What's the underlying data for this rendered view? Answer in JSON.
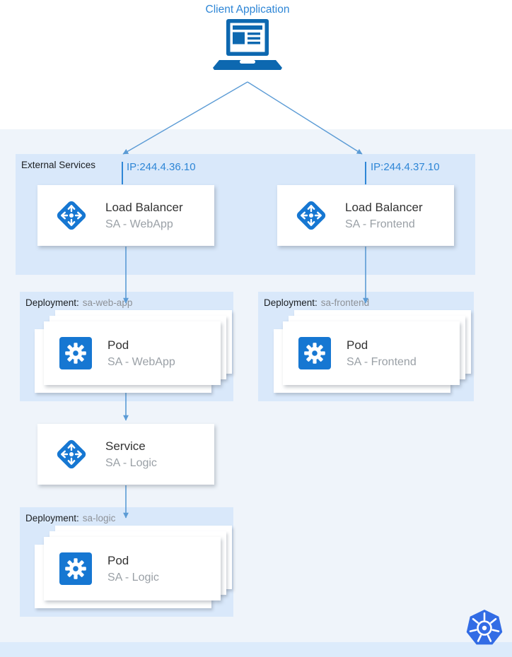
{
  "colors": {
    "link": "#2e86d6",
    "primary": "#0d68b0",
    "icon": "#1677d2",
    "arrow": "#5b9bd5",
    "cluster-bg": "#eff4fa",
    "panel-bg": "#d9e8fa",
    "band-bg": "#dcebfb",
    "card-title": "#333333",
    "card-subtitle": "#9aa0a6",
    "k8s": "#326ce5"
  },
  "client": {
    "label": "Client Application"
  },
  "external_services": {
    "label": "External Services",
    "load_balancers": [
      {
        "ip": "IP:244.4.36.10",
        "title": "Load Balancer",
        "subtitle": "SA - WebApp"
      },
      {
        "ip": "IP:244.4.37.10",
        "title": "Load Balancer",
        "subtitle": "SA - Frontend"
      }
    ]
  },
  "deployments": [
    {
      "label": "Deployment:",
      "name": "sa-web-app",
      "pod_title": "Pod",
      "pod_subtitle": "SA - WebApp"
    },
    {
      "label": "Deployment:",
      "name": "sa-frontend",
      "pod_title": "Pod",
      "pod_subtitle": "SA - Frontend"
    },
    {
      "label": "Deployment:",
      "name": "sa-logic",
      "pod_title": "Pod",
      "pod_subtitle": "SA - Logic"
    }
  ],
  "service": {
    "title": "Service",
    "subtitle": "SA - Logic"
  },
  "icons": {
    "laptop": "laptop-icon",
    "load_balancer": "load-balancer-diamond-icon",
    "service": "service-diamond-icon",
    "pod": "gear-icon",
    "kubernetes": "kubernetes-helm-icon"
  }
}
